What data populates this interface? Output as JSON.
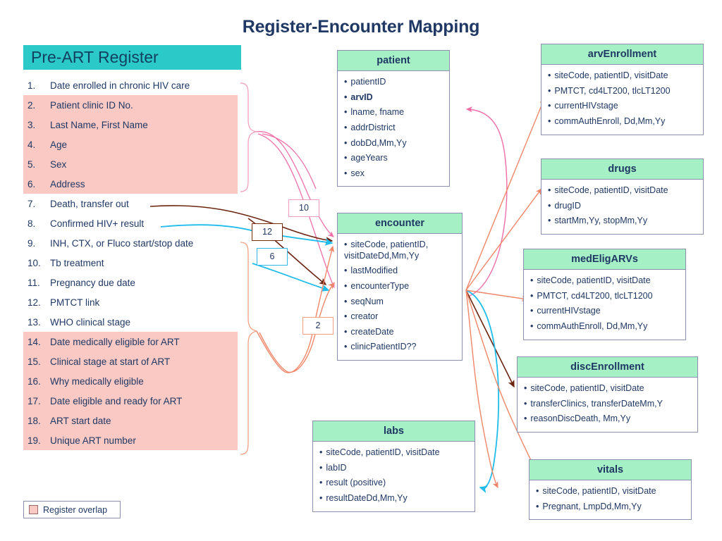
{
  "title": "Register-Encounter Mapping",
  "register": {
    "header": "Pre-ART Register",
    "items": [
      {
        "num": "1.",
        "label": "Date enrolled in chronic HIV care",
        "highlight": false
      },
      {
        "num": "2.",
        "label": "Patient clinic ID No.",
        "highlight": true
      },
      {
        "num": "3.",
        "label": "Last Name, First Name",
        "highlight": true
      },
      {
        "num": "4.",
        "label": "Age",
        "highlight": true
      },
      {
        "num": "5.",
        "label": "Sex",
        "highlight": true
      },
      {
        "num": "6.",
        "label": "Address",
        "highlight": true
      },
      {
        "num": "7.",
        "label": "Death, transfer out",
        "highlight": false
      },
      {
        "num": "8.",
        "label": "Confirmed HIV+ result",
        "highlight": false
      },
      {
        "num": "9.",
        "label": "INH, CTX, or Fluco start/stop date",
        "highlight": false
      },
      {
        "num": "10.",
        "label": "Tb treatment",
        "highlight": false
      },
      {
        "num": "11.",
        "label": "Pregnancy due date",
        "highlight": false
      },
      {
        "num": "12.",
        "label": "PMTCT link",
        "highlight": false
      },
      {
        "num": "13.",
        "label": "WHO clinical stage",
        "highlight": false
      },
      {
        "num": "14.",
        "label": "Date medically eligible for ART",
        "highlight": true
      },
      {
        "num": "15.",
        "label": "Clinical stage at start of ART",
        "highlight": true
      },
      {
        "num": "16.",
        "label": "Why medically eligible",
        "highlight": true
      },
      {
        "num": "17.",
        "label": "Date eligible and ready for ART",
        "highlight": true
      },
      {
        "num": "18.",
        "label": "ART start date",
        "highlight": true
      },
      {
        "num": "19.",
        "label": "Unique ART number",
        "highlight": true
      }
    ]
  },
  "entities": {
    "patient": {
      "name": "patient",
      "attrs": [
        {
          "text": "patientID",
          "bold": false
        },
        {
          "text": "arvID",
          "bold": true
        },
        {
          "text": "lname, fname",
          "bold": false
        },
        {
          "text": "addrDistrict",
          "bold": false
        },
        {
          "text": "dobDd,Mm,Yy",
          "bold": false
        },
        {
          "text": "ageYears",
          "bold": false
        },
        {
          "text": "sex",
          "bold": false
        }
      ]
    },
    "encounter": {
      "name": "encounter",
      "attrs": [
        {
          "text": "siteCode, patientID, visitDateDd,Mm,Yy",
          "bold": false
        },
        {
          "text": "lastModified",
          "bold": false
        },
        {
          "text": "encounterType",
          "bold": false
        },
        {
          "text": "seqNum",
          "bold": false
        },
        {
          "text": "creator",
          "bold": false
        },
        {
          "text": "createDate",
          "bold": false
        },
        {
          "text": "clinicPatientID??",
          "bold": false
        }
      ]
    },
    "arvEnrollment": {
      "name": "arvEnrollment",
      "attrs": [
        {
          "text": "siteCode, patientID, visitDate",
          "bold": false
        },
        {
          "text": "PMTCT, cd4LT200, tlcLT1200",
          "bold": false
        },
        {
          "text": "currentHIVstage",
          "bold": false
        },
        {
          "text": "commAuthEnroll, Dd,Mm,Yy",
          "bold": false
        }
      ]
    },
    "drugs": {
      "name": "drugs",
      "attrs": [
        {
          "text": "siteCode, patientID, visitDate",
          "bold": false
        },
        {
          "text": "drugID",
          "bold": false
        },
        {
          "text": "startMm,Yy, stopMm,Yy",
          "bold": false
        }
      ]
    },
    "medEligARVs": {
      "name": "medEligARVs",
      "attrs": [
        {
          "text": "siteCode, patientID, visitDate",
          "bold": false
        },
        {
          "text": "PMTCT, cd4LT200, tlcLT1200",
          "bold": false
        },
        {
          "text": "currentHIVstage",
          "bold": false
        },
        {
          "text": "commAuthEnroll, Dd,Mm,Yy",
          "bold": false
        }
      ]
    },
    "discEnrollment": {
      "name": "discEnrollment",
      "attrs": [
        {
          "text": "siteCode, patientID, visitDate",
          "bold": false
        },
        {
          "text": "transferClinics, transferDateMm,Y",
          "bold": false
        },
        {
          "text": "reasonDiscDeath, Mm,Yy",
          "bold": false
        }
      ]
    },
    "vitals": {
      "name": "vitals",
      "attrs": [
        {
          "text": "siteCode, patientID, visitDate",
          "bold": false
        },
        {
          "text": "Pregnant, LmpDd,Mm,Yy",
          "bold": false
        }
      ]
    },
    "labs": {
      "name": "labs",
      "attrs": [
        {
          "text": "siteCode, patientID, visitDate",
          "bold": false
        },
        {
          "text": "labID",
          "bold": false
        },
        {
          "text": "result (positive)",
          "bold": false
        },
        {
          "text": "resultDateDd,Mm,Yy",
          "bold": false
        }
      ]
    }
  },
  "connector_labels": [
    {
      "value": "10",
      "color": "pink"
    },
    {
      "value": "12",
      "color": "brown"
    },
    {
      "value": "6",
      "color": "cyan"
    },
    {
      "value": "2",
      "color": "orange"
    }
  ],
  "legend": {
    "swatch_color": "#FBC9C4",
    "label": "Register overlap"
  },
  "colors": {
    "register_header_bg": "#2CC9C9",
    "entity_header_bg": "#A6F0C6",
    "highlight_bg": "#FBC9C4",
    "text": "#1F3864",
    "wire_pink": "#F06FA8",
    "wire_brown": "#6B2410",
    "wire_cyan": "#1FBCEC",
    "wire_orange": "#F0866A",
    "brace_pink": "#F0A8C0",
    "brace_orange": "#F2A184"
  }
}
